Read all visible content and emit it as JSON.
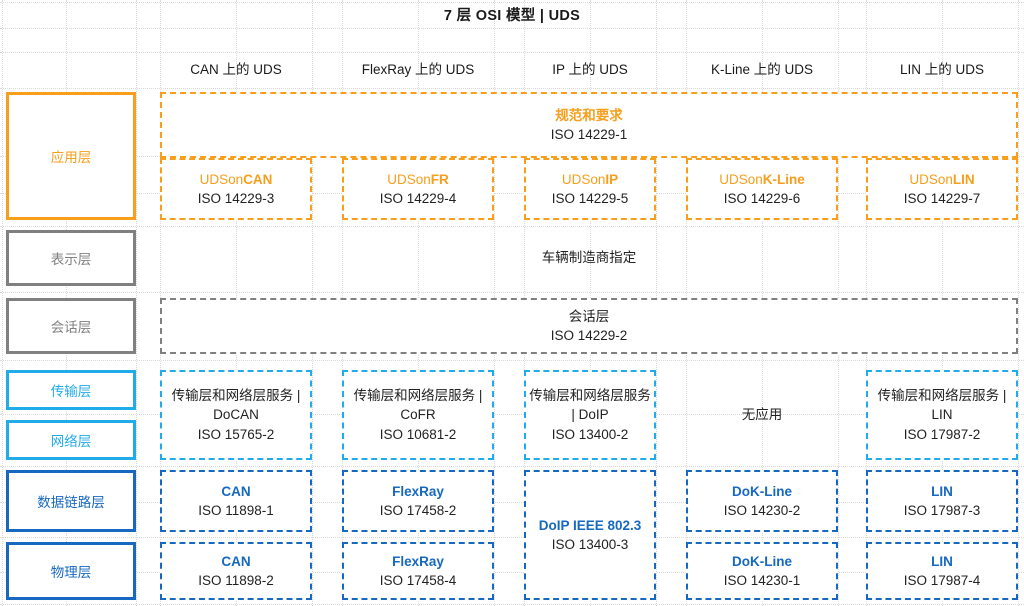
{
  "title": "7 层 OSI 模型 | UDS",
  "colors": {
    "application": "#F79E1B",
    "presentation_session": "#808080",
    "transport_network": "#22ABE9",
    "datalink_physical": "#1668C1",
    "text": "#222222",
    "gridline": "#d9d9d9"
  },
  "columns": [
    {
      "id": "can",
      "label": "CAN 上的 UDS"
    },
    {
      "id": "flexray",
      "label": "FlexRay 上的 UDS"
    },
    {
      "id": "ip",
      "label": "IP 上的 UDS"
    },
    {
      "id": "kline",
      "label": "K-Line 上的 UDS"
    },
    {
      "id": "lin",
      "label": "LIN 上的 UDS"
    }
  ],
  "layers": [
    {
      "id": "application",
      "label": "应用层",
      "style": "orange"
    },
    {
      "id": "presentation",
      "label": "表示层",
      "style": "gray"
    },
    {
      "id": "session",
      "label": "会话层",
      "style": "gray"
    },
    {
      "id": "transport",
      "label": "传输层",
      "style": "cyan"
    },
    {
      "id": "network",
      "label": "网络层",
      "style": "cyan"
    },
    {
      "id": "datalink",
      "label": "数据链路层",
      "style": "blue"
    },
    {
      "id": "physical",
      "label": "物理层",
      "style": "blue"
    }
  ],
  "application_banner": {
    "title": "规范和要求",
    "standard": "ISO 14229-1"
  },
  "application_cells": [
    {
      "prefix": "UDSon",
      "suffix": "CAN",
      "standard": "ISO 14229-3"
    },
    {
      "prefix": "UDSon",
      "suffix": "FR",
      "standard": "ISO 14229-4"
    },
    {
      "prefix": "UDSon",
      "suffix": "IP",
      "standard": "ISO 14229-5"
    },
    {
      "prefix": "UDSon",
      "suffix": "K-Line",
      "standard": "ISO 14229-6"
    },
    {
      "prefix": "UDSon",
      "suffix": "LIN",
      "standard": "ISO 14229-7"
    }
  ],
  "presentation_row": {
    "text": "车辆制造商指定"
  },
  "session_row": {
    "title": "会话层",
    "standard": "ISO 14229-2"
  },
  "transport_network_cells": [
    {
      "title": "传输层和网络层服务 | DoCAN",
      "standard": "ISO 15765-2"
    },
    {
      "title": "传输层和网络层服务 | CoFR",
      "standard": "ISO 10681-2"
    },
    {
      "title": "传输层和网络层服务 | DoIP",
      "standard": "ISO 13400-2"
    },
    {
      "title": "无应用",
      "standard": ""
    },
    {
      "title": "传输层和网络层服务 | LIN",
      "standard": "ISO 17987-2"
    }
  ],
  "datalink_cells": [
    {
      "title": "CAN",
      "standard": "ISO 11898-1"
    },
    {
      "title": "FlexRay",
      "standard": "ISO 17458-2"
    },
    {
      "title": "DoIP IEEE 802.3",
      "standard": "ISO 13400-3"
    },
    {
      "title": "DoK-Line",
      "standard": "ISO 14230-2"
    },
    {
      "title": "LIN",
      "standard": "ISO 17987-3"
    }
  ],
  "physical_cells": [
    {
      "title": "CAN",
      "standard": "ISO 11898-2"
    },
    {
      "title": "FlexRay",
      "standard": "ISO 17458-4"
    },
    {
      "title": "DoK-Line",
      "standard": "ISO 14230-1"
    },
    {
      "title": "LIN",
      "standard": "ISO 17987-4"
    }
  ]
}
